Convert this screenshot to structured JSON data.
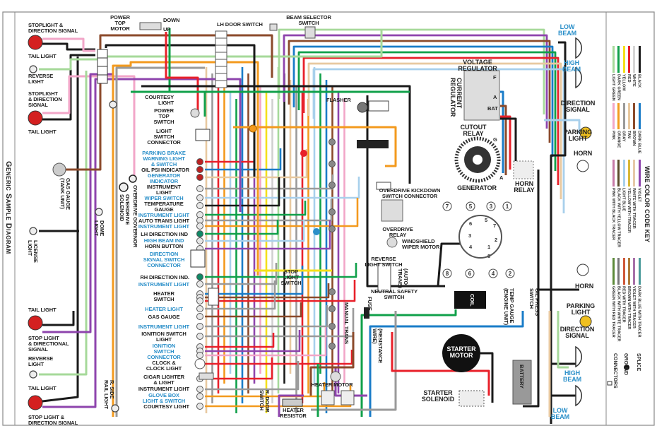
{
  "title": "Generic Sample Diagram",
  "labels": {
    "stop1": "STOPLIGHT &\nDIRECTION SIGNAL",
    "tail1": "TAIL LIGHT",
    "rev1": "REVERSE\nLIGHT",
    "stop2": "STOPLIGHT\n& DIRECTION\nSIGNAL",
    "tail2": "TAIL LIGHT",
    "gas_tank": "GAS GAUGE\n(TANK UNIT)",
    "license": "LICENSE\nLIGHT",
    "dome": "DOME\nLIGHT",
    "od_solenoid": "OVERDRIVE\nSOLENOID",
    "od_governor": "OVERDRIVE GOVERNOR",
    "tail3": "TAIL LIGHT",
    "stop3": "STOP LIGHT\n& DIRECTIONAL\nSIGNAL",
    "rev2": "REVERSE\nLIGHT",
    "tail4": "TAIL LIGHT",
    "stop4": "STOP LIGHT &\nDIRECTION SIGNAL",
    "r_side_rail": "R. SIDE\nRAIL LIGHT",
    "power_top_motor": "POWER\nTOP\nMOTOR",
    "down": "DOWN",
    "up": "UP",
    "lh_door": "LH DOOR SWITCH",
    "beam_selector": "BEAM SELECTOR\nSWITCH",
    "courtesy1": "COURTESY\nLIGHT",
    "power_top_switch": "POWER\nTOP\nSWITCH",
    "light_switch_conn": "LIGHT\nSWITCH\nCONNECTOR",
    "parking_brake": "PARKING BRAKE\nWARNING LIGHT\n& SWITCH",
    "oil_psi": "OIL PSI INDICATOR",
    "generator_ind": "GENERATOR\nINDICATOR",
    "instrument_light_1": "INSTRUMENT\nLIGHT",
    "wiper_switch": "WIPER SWITCH",
    "temp_gauge": "TEMPERATURE\nGAUGE",
    "instrument_light_2": "INSTRUMENT LIGHT",
    "auto_trans_light": "AUTO TRANS LIGHT",
    "instrument_light_3": "INSTRUMENT LIGHT",
    "lh_dir": "LH DIRECTION IND",
    "high_beam_ind": "HIGH BEAM IND",
    "horn_button": "HORN BUTTON",
    "dir_sig_conn": "DIRECTION\nSIGNAL SWITCH\nCONNECTOR",
    "rh_dir": "RH DIRECTION IND.",
    "instrument_light_4": "INSTRUMENT LIGHT",
    "heater_switch": "HEATER\nSWITCH",
    "heater_light": "HEATER LIGHT",
    "gas_gauge": "GAS GAUGE",
    "instrument_light_5": "INSTRUMENT LIGHT",
    "ign_switch_light": "IGNITION SWITCH\nLIGHT",
    "ign_switch_conn": "IGNITION\nSWITCH\nCONNECTOR",
    "clock": "CLOCK &\nCLOCK LIGHT",
    "cigar": "CIGAR LIGHTER\n& LIGHT",
    "instrument_light_6": "INSTRUMENT LIGHT",
    "glove_box": "GLOVE BOX\nLIGHT & SWITCH",
    "courtesy2": "COURTESY LIGHT",
    "flasher": "FLASHER",
    "od_kickdown": "OVERDRIVE KICKDOWN\nSWITCH CONNECTOR",
    "od_relay": "OVERDRIVE\nRELAY",
    "wiper_motor": "WINDSHIELD\nWIPER MOTOR",
    "reverse_switch": "REVERSE\nLIGHT SWITCH",
    "auto_trans": "(AUTO\nTRANS)",
    "neutral": "NEUTRAL SAFETY\nSWITCH",
    "stop_light_switch": "STOP\nLIGHT\nSWITCH",
    "manual_trans": "MANUAL TRANS",
    "fuse": "FUSE",
    "resistance": "(RESISTANCE\nWIRE)",
    "coil": "COIL",
    "temp_engine": "TEMP GAUGE\n(ENGINE UNIT)",
    "oil_press": "OIL PRESS\nSWITCH",
    "starter_motor": "STARTER\nMOTOR",
    "battery": "BATTERY",
    "starter_solenoid": "STARTER\nSOLENOID",
    "heater_motor": "HEATER MOTOR",
    "heater_resistor": "HEATER\nRESISTOR",
    "r_door": "R. DOOR\nSWITCH",
    "voltage_reg": "VOLTAGE\nREGULATOR",
    "current_reg": "CURRENT\nREGULATOR",
    "cutout": "CUTOUT\nRELAY",
    "generator": "GENERATOR",
    "horn_relay": "HORN\nRELAY",
    "low_beam_1": "LOW\nBEAM",
    "high_beam_1": "HIGH\nBEAM",
    "dir_sig_1": "DIRECTION\nSIGNAL",
    "parking_1": "PARKING\nLIGHT",
    "horn_1": "HORN",
    "horn_2": "HORN",
    "parking_2": "PARKING\nLIGHT",
    "dir_sig_2": "DIRECTION\nSIGNAL",
    "high_beam_2": "HIGH\nBEAM",
    "low_beam_2": "LOW\nBEAM",
    "term_f": "F",
    "term_a": "A",
    "term_bat": "BAT",
    "term_g": "G",
    "term_a2": "A"
  },
  "ignition_switch": {
    "outer_terminals": [
      "7",
      "5",
      "3",
      "1",
      "8",
      "6",
      "4",
      "2"
    ],
    "inner_terminals": [
      "6",
      "5",
      "7",
      "3",
      "2",
      "4",
      "1",
      "8"
    ]
  },
  "key": {
    "title": "WIRE COLOR CODE KEY",
    "groups": [
      [
        {
          "name": "LIGHT GREEN",
          "color": "#a6d99a"
        },
        {
          "name": "DARK GREEN",
          "color": "#10a04a"
        },
        {
          "name": "YELLOW",
          "color": "#f4e01a"
        },
        {
          "name": "RED",
          "color": "#e8202a"
        },
        {
          "name": "WHITE",
          "color": "#d6d6d6"
        },
        {
          "name": "BLACK",
          "color": "#1a1a1a"
        }
      ],
      [
        {
          "name": "PINK",
          "color": "#f2a6c8"
        },
        {
          "name": "ORANGE",
          "color": "#f39a1e"
        },
        {
          "name": "GRAY",
          "color": "#9a9a9a"
        },
        {
          "name": "TAN",
          "color": "#e8c9a0"
        },
        {
          "name": "BROWN",
          "color": "#8b4a2b"
        },
        {
          "name": "DARK BLUE",
          "color": "#1a7cc8"
        }
      ],
      [
        {
          "name": "PINK WITH BLACK TRACER",
          "color": "#c77aa8"
        },
        {
          "name": "BLACK WITH YELLOW TRACER",
          "color": "#5a4a2a"
        },
        {
          "name": "LIGHT BLUE",
          "color": "#a8d0ec"
        },
        {
          "name": "YELLOW WITH TRACER",
          "color": "#d8b838"
        },
        {
          "name": "WHITE WITH TRACER",
          "color": "#e6c9a8"
        },
        {
          "name": "VIOLET",
          "color": "#8e44ad"
        }
      ],
      [
        {
          "name": "GREEN WITH RED TRACER",
          "color": "#5c8a3a"
        },
        {
          "name": "BLACK WITH WHITE TRACER",
          "color": "#777777"
        },
        {
          "name": "RED WITH TRACER",
          "color": "#d0583a"
        },
        {
          "name": "BROWN WITH TRACER",
          "color": "#b07a3a"
        },
        {
          "name": "VIOLET WITH TRACER",
          "color": "#a770a8"
        },
        {
          "name": "DARK BLUE WITH TRACER",
          "color": "#4a9a9a"
        }
      ]
    ],
    "splice": "SPLICE",
    "ground": "GROUND",
    "connectors": "CONNECTORS"
  },
  "colors": {
    "black": "#1a1a1a",
    "white": "#d0d0d0",
    "red": "#e8202a",
    "yellow": "#f4e01a",
    "dark_green": "#10a04a",
    "light_green": "#a6d99a",
    "dark_blue": "#1a7cc8",
    "brown": "#8b4a2b",
    "tan": "#e8c9a0",
    "gray": "#9a9a9a",
    "orange": "#f39a1e",
    "pink": "#f2a6c8",
    "violet": "#8e44ad",
    "light_blue": "#a8d0ec",
    "label_blue": "#2a8fc9"
  }
}
